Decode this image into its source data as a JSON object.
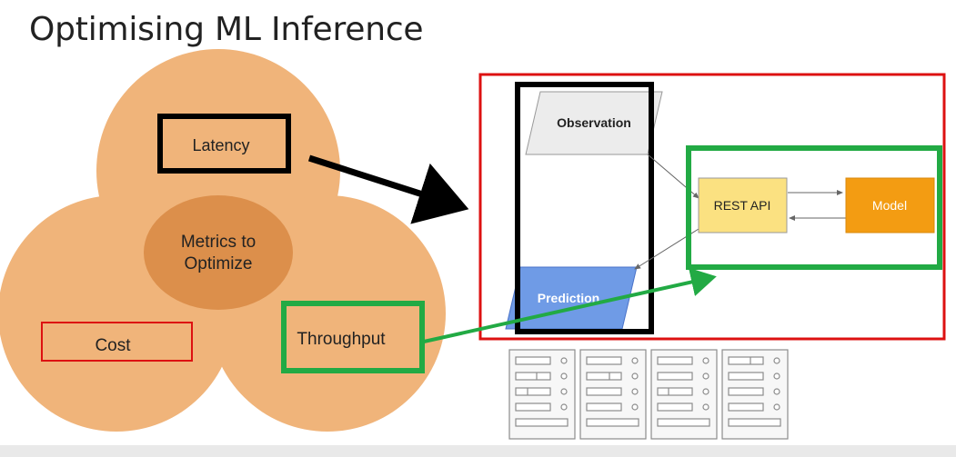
{
  "slide": {
    "title": "Optimising ML Inference"
  },
  "venn": {
    "center_label_line1": "Metrics to",
    "center_label_line2": "Optimize",
    "latency_label": "Latency",
    "cost_label": "Cost",
    "throughput_label": "Throughput"
  },
  "architecture": {
    "observation_label": "Observation",
    "prediction_label": "Prediction",
    "rest_api_label": "REST API",
    "model_label": "Model"
  },
  "colors": {
    "venn_fill": "#f0b47a",
    "venn_center": "#dc8f4b",
    "highlight_black": "#000000",
    "highlight_green": "#22aa44",
    "highlight_red": "#dd1111",
    "observation_fill": "#ececec",
    "prediction_fill": "#6f9be6",
    "rest_api_fill": "#fbe181",
    "model_fill": "#f39c12"
  }
}
